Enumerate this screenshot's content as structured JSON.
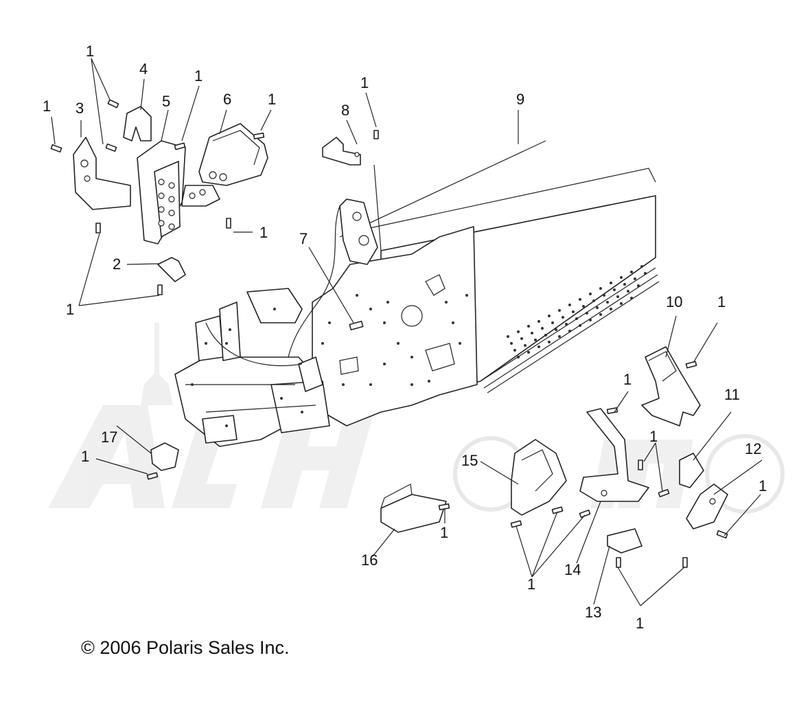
{
  "labels": [
    {
      "text": "1"
    },
    {
      "text": "1"
    },
    {
      "text": "1"
    },
    {
      "text": "1"
    },
    {
      "text": "3"
    },
    {
      "text": "4"
    },
    {
      "text": "5"
    },
    {
      "text": "6"
    },
    {
      "text": "1"
    },
    {
      "text": "8"
    },
    {
      "text": "9"
    },
    {
      "text": "1"
    },
    {
      "text": "2"
    },
    {
      "text": "1"
    },
    {
      "text": "7"
    },
    {
      "text": "10"
    },
    {
      "text": "1"
    },
    {
      "text": "1"
    },
    {
      "text": "11"
    },
    {
      "text": "17"
    },
    {
      "text": "1"
    },
    {
      "text": "15"
    },
    {
      "text": "1"
    },
    {
      "text": "12"
    },
    {
      "text": "1"
    },
    {
      "text": "1"
    },
    {
      "text": "16"
    },
    {
      "text": "14"
    },
    {
      "text": "1"
    },
    {
      "text": "13"
    },
    {
      "text": "1"
    }
  ],
  "copyright": "© 2006 Polaris Sales Inc.",
  "watermark": "AcMoto"
}
